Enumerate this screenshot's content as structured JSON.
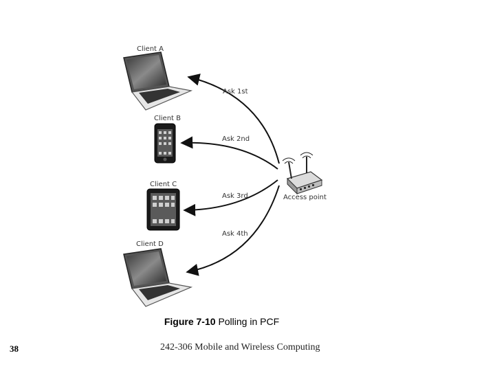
{
  "diagram": {
    "clients": [
      {
        "label": "Client A",
        "device": "laptop-icon"
      },
      {
        "label": "Client B",
        "device": "smartphone-icon"
      },
      {
        "label": "Client C",
        "device": "tablet-icon"
      },
      {
        "label": "Client D",
        "device": "laptop-icon"
      }
    ],
    "polls": [
      "Ask 1st",
      "Ask 2nd",
      "Ask 3rd",
      "Ask 4th"
    ],
    "access_point": {
      "label": "Access point",
      "icon": "wireless-access-point-icon"
    }
  },
  "caption": {
    "figure": "Figure 7-10",
    "text": "Polling in PCF"
  },
  "footer": {
    "page_number": "38",
    "course": "242-306 Mobile and Wireless Computing"
  }
}
